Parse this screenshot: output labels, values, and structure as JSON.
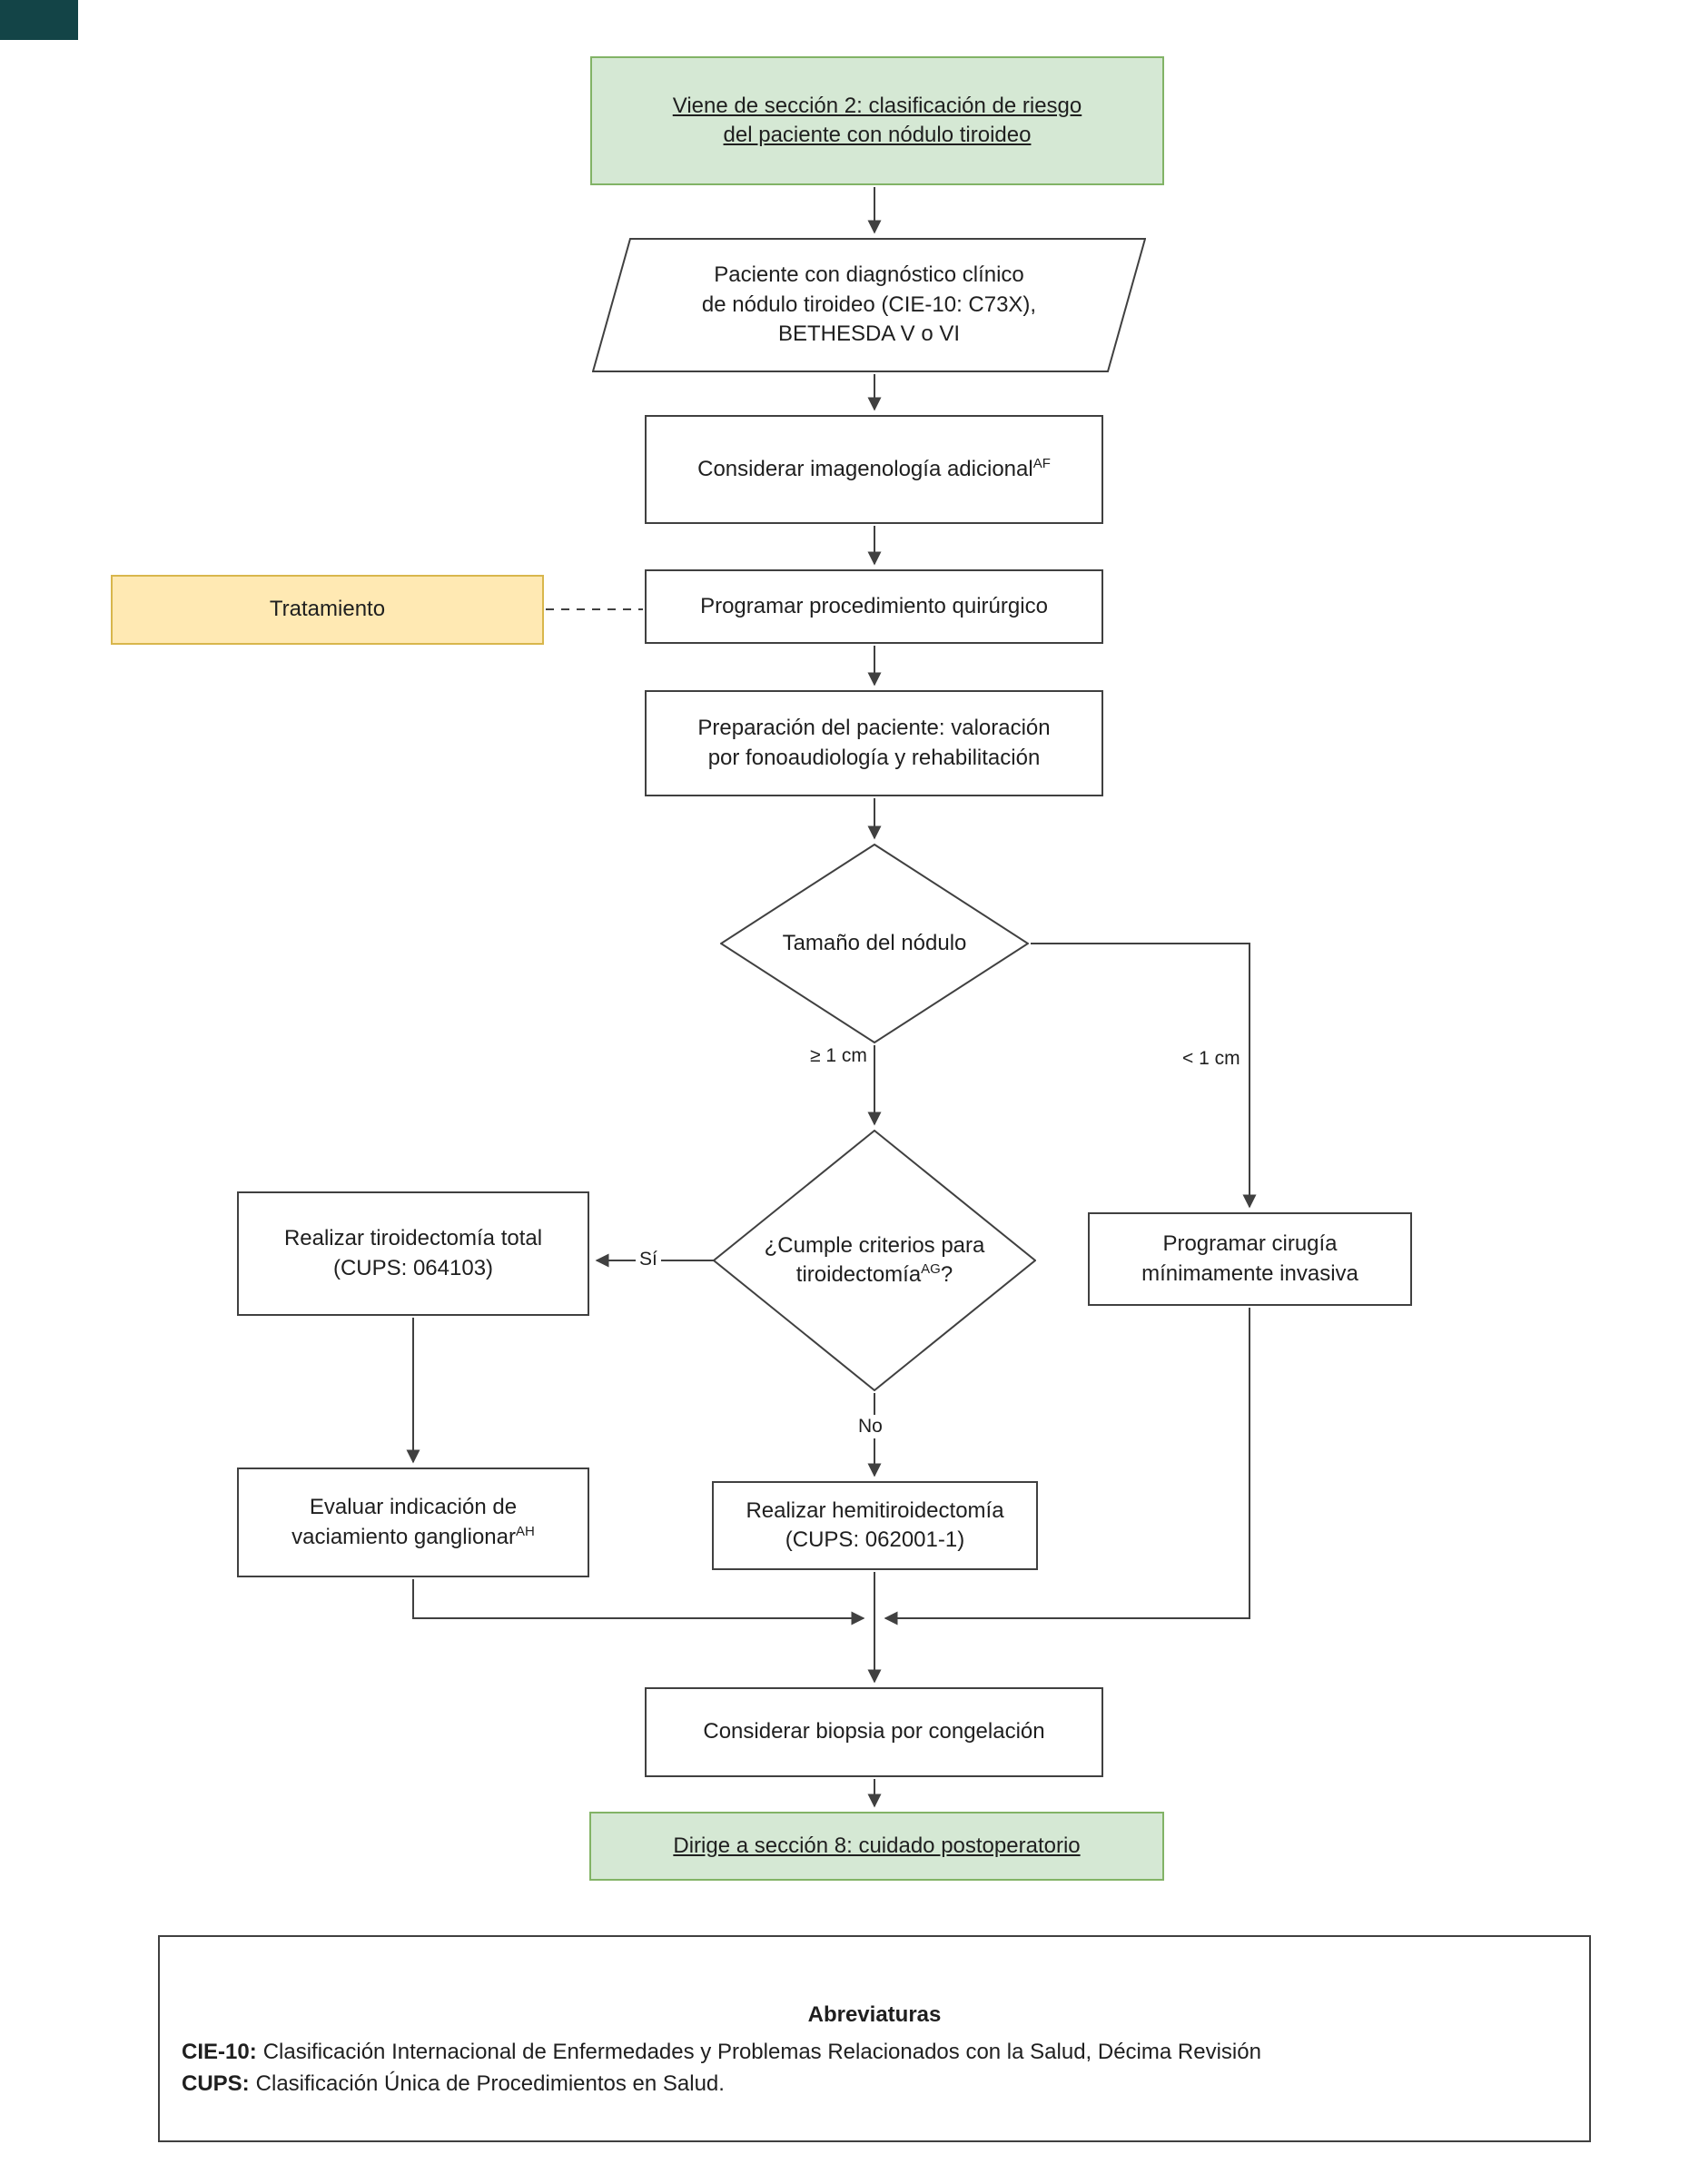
{
  "colors": {
    "green_fill": "#d5e8d4",
    "green_stroke": "#82b366",
    "yellow_fill": "#ffe9b3",
    "yellow_stroke": "#d8b64c",
    "line": "#404040",
    "corner": "#134447"
  },
  "nodes": {
    "start": {
      "text": "Viene de sección 2: clasificación de riesgo\ndel paciente con nódulo tiroideo"
    },
    "patient": {
      "text": "Paciente con diagnóstico clínico\nde nódulo tiroideo (CIE-10: C73X),\nBETHESDA V o VI"
    },
    "imaging": {
      "text": "Considerar imagenología adicional",
      "sup": "AF"
    },
    "treatment": {
      "text": "Tratamiento"
    },
    "schedule": {
      "text": "Programar procedimiento quirúrgico"
    },
    "prep": {
      "text": "Preparación del paciente: valoración\npor fonoaudiología y rehabilitación"
    },
    "size_decision": {
      "text": "Tamaño del nódulo"
    },
    "criteria_decision": {
      "pre": "¿Cumple criterios para\ntiroidectomía",
      "sup": "AG",
      "post": "?"
    },
    "total_thyroidectomy": {
      "text": "Realizar tiroidectomía total\n(CUPS: 064103)"
    },
    "minimally_invasive": {
      "text": "Programar cirugía\nmínimamente invasiva"
    },
    "hemithyroidectomy": {
      "text": "Realizar hemitiroidectomía\n(CUPS: 062001-1)"
    },
    "node_dissection": {
      "text": "Evaluar indicación de\nvaciamiento ganglionar",
      "sup": "AH"
    },
    "frozen_biopsy": {
      "text": "Considerar biopsia por congelación"
    },
    "end": {
      "text": "Dirige a sección 8: cuidado postoperatorio"
    }
  },
  "edges": {
    "ge_1cm": "≥ 1 cm",
    "lt_1cm": "< 1 cm",
    "yes": "Sí",
    "no": "No"
  },
  "abbreviations": {
    "title": "Abreviaturas",
    "items": [
      {
        "term": "CIE-10:",
        "definition": "Clasificación Internacional de Enfermedades y Problemas Relacionados con la Salud, Décima Revisión"
      },
      {
        "term": "CUPS:",
        "definition": "Clasificación Única de Procedimientos en Salud."
      }
    ]
  }
}
